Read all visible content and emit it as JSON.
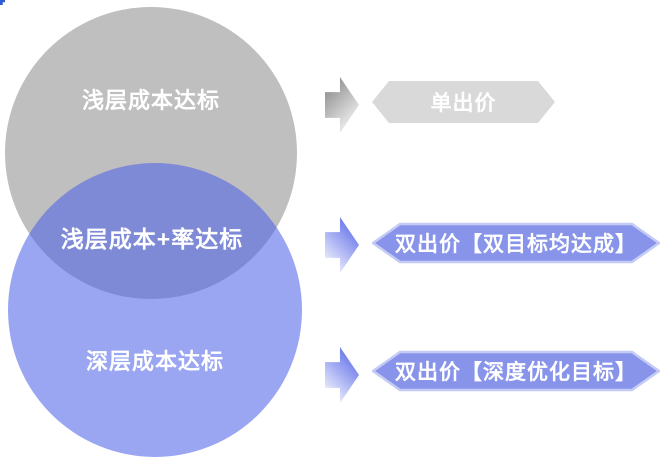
{
  "diagram": {
    "circle_top": {
      "label": "浅层成本达标",
      "color": "#bfbfbf"
    },
    "overlap": {
      "label": "浅层成本+率达标",
      "color": "#7b8bd9"
    },
    "circle_bottom": {
      "label": "深层成本达标",
      "color": "#9aa6f2"
    },
    "rows": [
      {
        "label": "单出价",
        "theme": "gray"
      },
      {
        "label": "双出价【双目标均达成】",
        "theme": "blue"
      },
      {
        "label": "双出价【深度优化目标】",
        "theme": "blue"
      }
    ]
  },
  "colors": {
    "circle_top": "#bfbfbf",
    "circle_bottom": "#9aa6f2",
    "overlap": "#7b8bd9",
    "hex_gray_fill": "#d9d9d9",
    "hex_blue_fill": "#8894ea",
    "hex_blue_border": "#c4cbf5",
    "arrow_gray_dark": "#7f7f7f",
    "arrow_blue_dark": "#5061e6",
    "label_text": "#ffffff"
  }
}
